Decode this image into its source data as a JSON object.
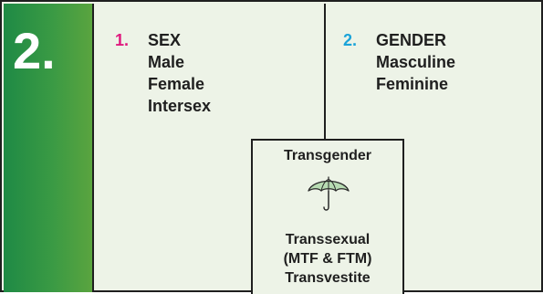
{
  "section_number": "2.",
  "sex": {
    "num": "1.",
    "title": "SEX",
    "items": [
      "Male",
      "Female",
      "Intersex"
    ]
  },
  "gender": {
    "num": "2.",
    "title": "GENDER",
    "items": [
      "Masculine",
      "Feminine"
    ]
  },
  "transgender": {
    "title": "Transgender",
    "icon": "umbrella-icon",
    "items": [
      "Transsexual",
      "(MTF & FTM)",
      "Transvestite"
    ]
  },
  "colors": {
    "badge_green": "#3a9a44",
    "background": "#edf3e7",
    "pink": "#e0197e",
    "blue": "#1aa3d9",
    "border": "#1f1f1f"
  }
}
